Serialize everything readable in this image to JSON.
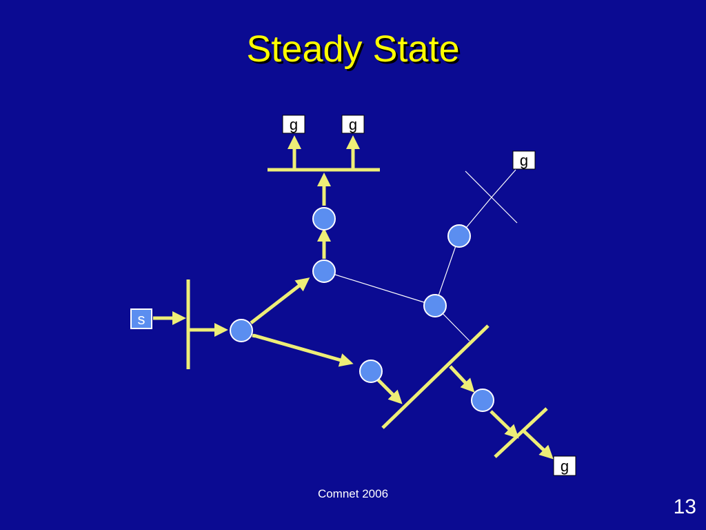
{
  "slide": {
    "title": "Steady State",
    "footer": "Comnet 2006",
    "page_number": "13"
  },
  "diagram": {
    "source_label": "s",
    "group_label": "g",
    "colors": {
      "background": "#0b0b92",
      "title": "#ffff00",
      "tree_link": "#eeee77",
      "plain_link": "#ffffff",
      "router": "#5b8ef0",
      "router_border": "#ffffff",
      "source_box": "#5b8ef0"
    }
  }
}
